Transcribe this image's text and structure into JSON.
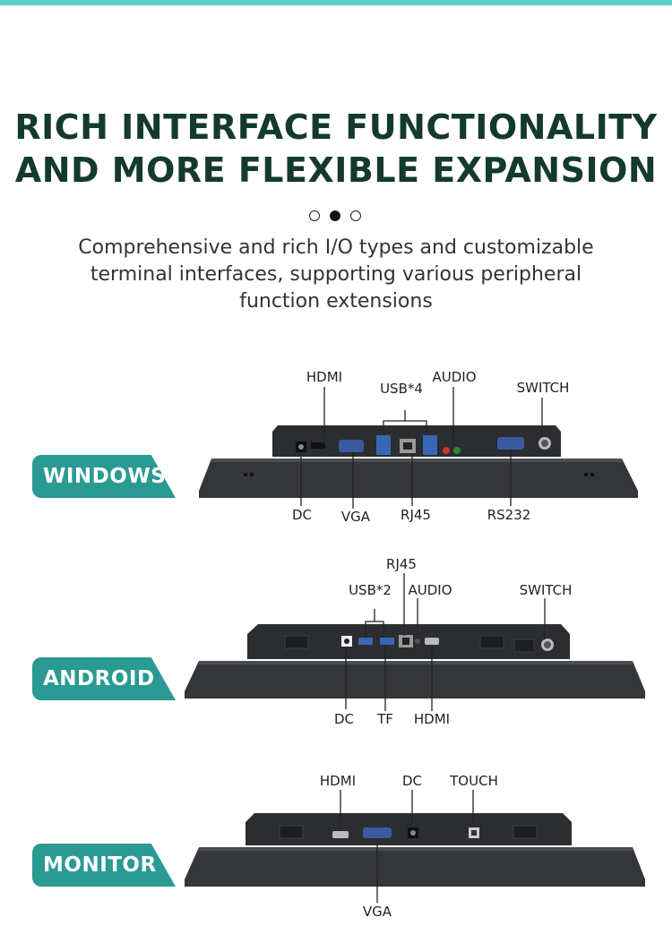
{
  "headline": {
    "line1": "RICH INTERFACE FUNCTIONALITY",
    "line2": "AND MORE FLEXIBLE EXPANSION"
  },
  "subtitle": {
    "line1": "Comprehensive and rich I/O types and customizable",
    "line2": "terminal interfaces, supporting various peripheral",
    "line3": "function extensions"
  },
  "colors": {
    "accent": "#2a9a93",
    "top_bar": "#5fd0c9",
    "headline": "#143a30"
  },
  "sections": {
    "windows": {
      "tag": "WINDOWS",
      "labels": {
        "hdmi": "HDMI",
        "usb": "USB*4",
        "audio": "AUDIO",
        "switch": "SWITCH",
        "dc": "DC",
        "vga": "VGA",
        "rj45": "RJ45",
        "rs232": "RS232"
      }
    },
    "android": {
      "tag": "ANDROID",
      "labels": {
        "rj45": "RJ45",
        "usb": "USB*2",
        "audio": "AUDIO",
        "switch": "SWITCH",
        "dc": "DC",
        "tf": "TF",
        "hdmi": "HDMI"
      }
    },
    "monitor": {
      "tag": "MONITOR",
      "labels": {
        "hdmi": "HDMI",
        "dc": "DC",
        "touch": "TOUCH",
        "vga": "VGA"
      }
    }
  }
}
